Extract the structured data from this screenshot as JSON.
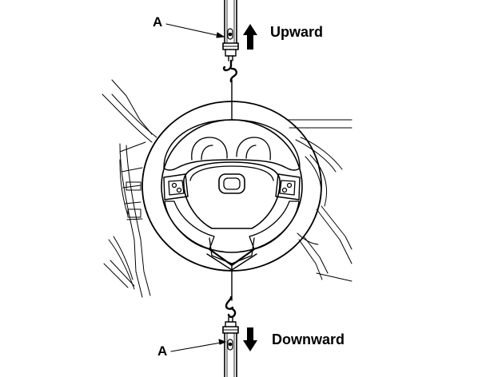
{
  "labels": {
    "a_top": "A",
    "a_bottom": "A",
    "upward": "Upward",
    "downward": "Downward"
  },
  "icons": [
    "spring-scale-icon",
    "hook-icon",
    "arrow-up-icon",
    "arrow-down-icon",
    "steering-wheel-icon"
  ],
  "colors": {
    "line": "#000000",
    "background": "#ffffff"
  }
}
